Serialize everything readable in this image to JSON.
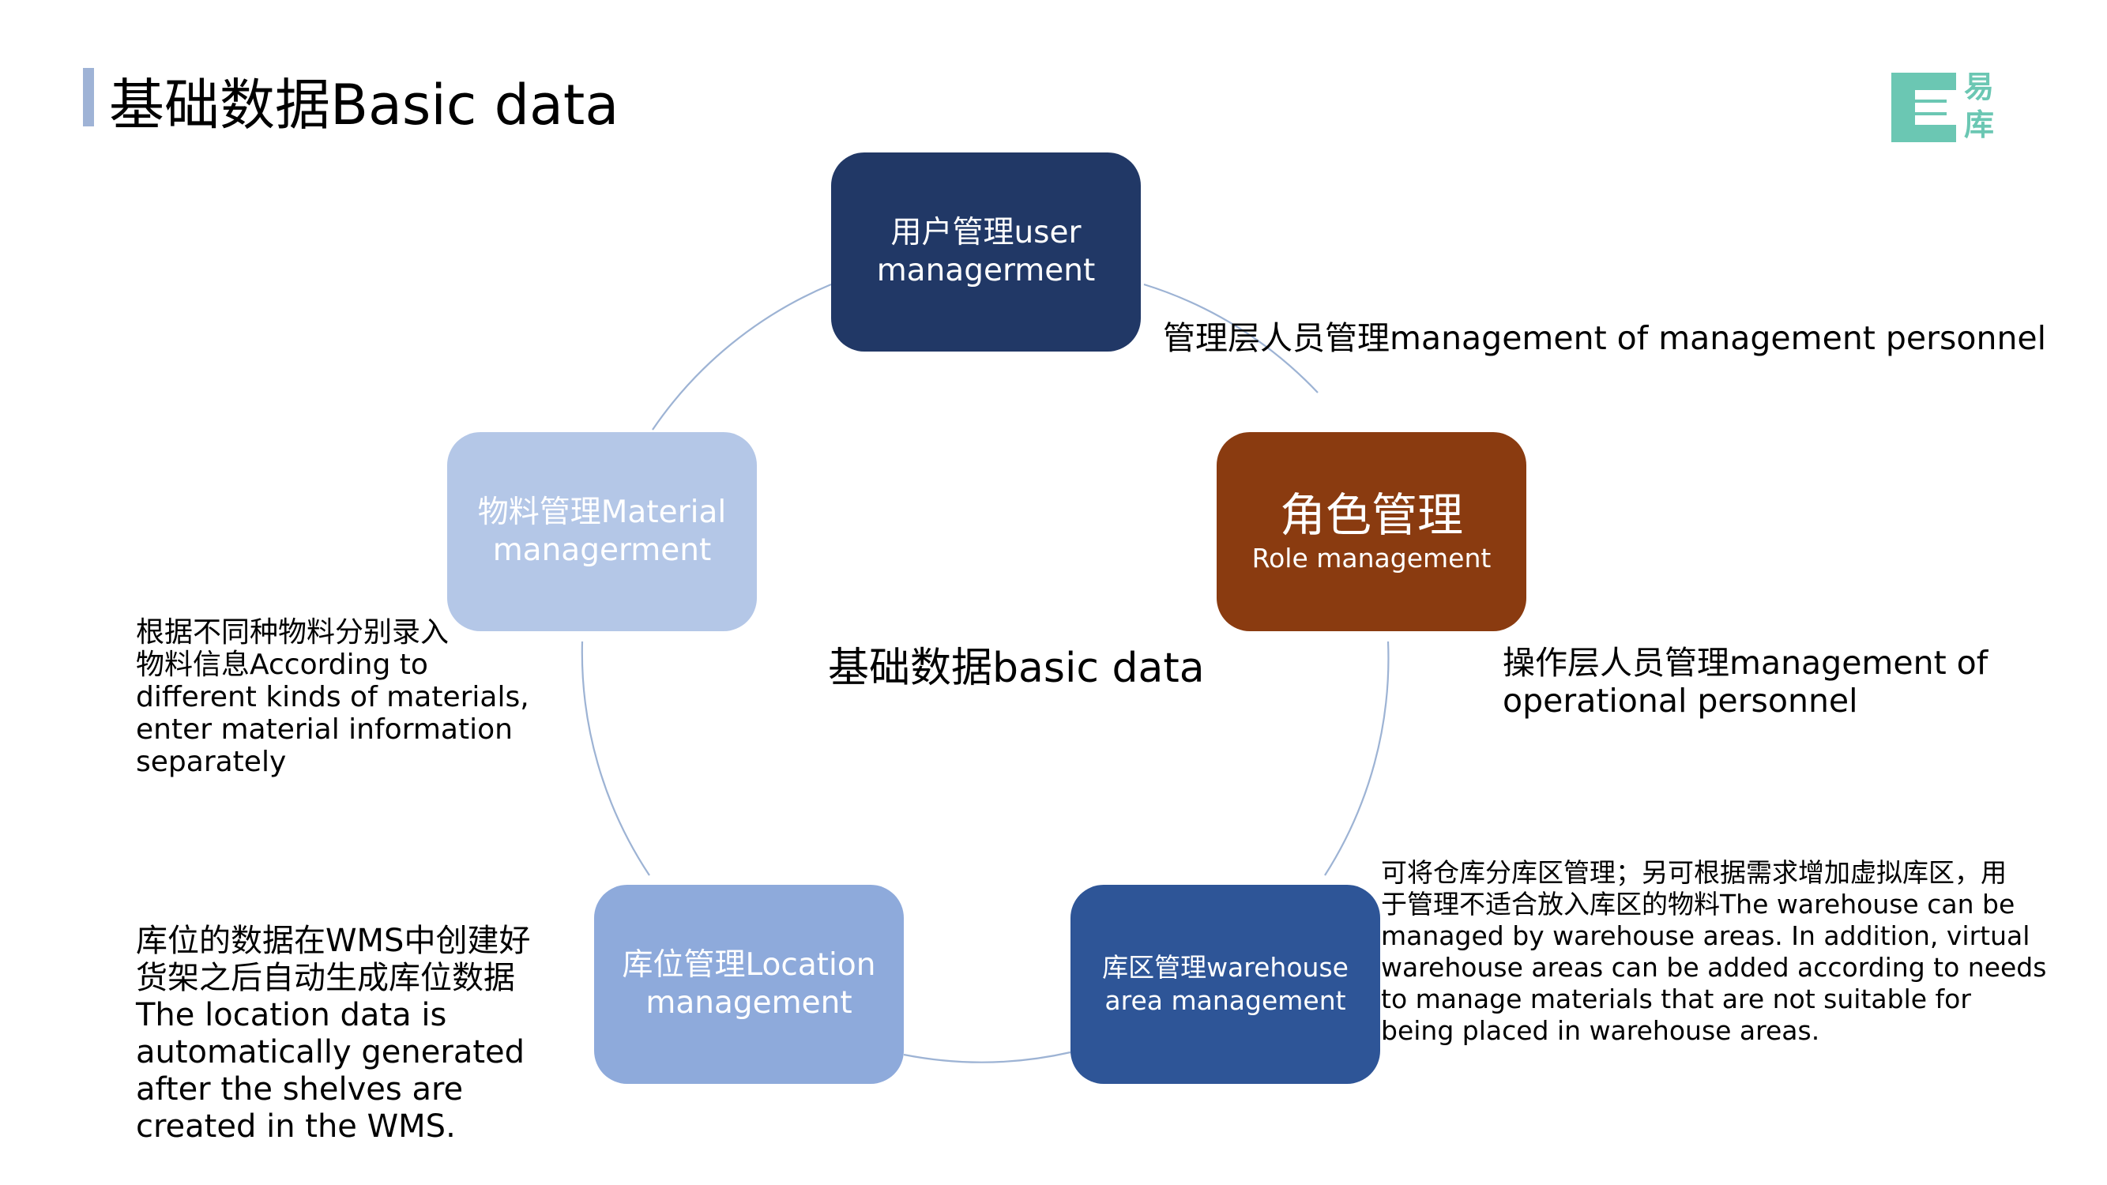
{
  "header": {
    "title": "基础数据Basic data"
  },
  "logo": {
    "text_top": "易",
    "text_bottom": "库",
    "color": "#6bc7b3"
  },
  "diagram": {
    "center_label": "基础数据basic data",
    "nodes": {
      "user": {
        "lines": [
          "用户管理user",
          "managerment"
        ],
        "color": "#213866"
      },
      "role": {
        "title": "角色管理",
        "subtitle": "Role management",
        "color": "#8a3b10"
      },
      "warehouse": {
        "lines": [
          "库区管理warehouse",
          "area management"
        ],
        "color": "#2e5597"
      },
      "location": {
        "lines": [
          "库位管理Location",
          "management"
        ],
        "color": "#8eaadb"
      },
      "material": {
        "lines": [
          "物料管理Material",
          "managerment"
        ],
        "color": "#b4c7e7"
      }
    },
    "ring_color": "#9db3d4"
  },
  "annotations": {
    "user": [
      "管理层人员管理management of management personnel"
    ],
    "role": [
      "操作层人员管理management of",
      "operational personnel"
    ],
    "warehouse": [
      "可将仓库分库区管理；另可根据需求增加虚拟库区，用",
      "于管理不适合放入库区的物料The warehouse can be",
      "managed by warehouse areas. In addition, virtual",
      "warehouse areas can be added according to needs",
      "to manage materials that are not suitable for",
      "being placed in warehouse areas."
    ],
    "material": [
      "根据不同种物料分别录入",
      "物料信息According to",
      "different kinds of materials,",
      "enter material information",
      "separately"
    ],
    "location": [
      "库位的数据在WMS中创建好",
      "货架之后自动生成库位数据",
      "The location data is",
      "automatically generated",
      "after the shelves are",
      "created in the WMS."
    ]
  }
}
